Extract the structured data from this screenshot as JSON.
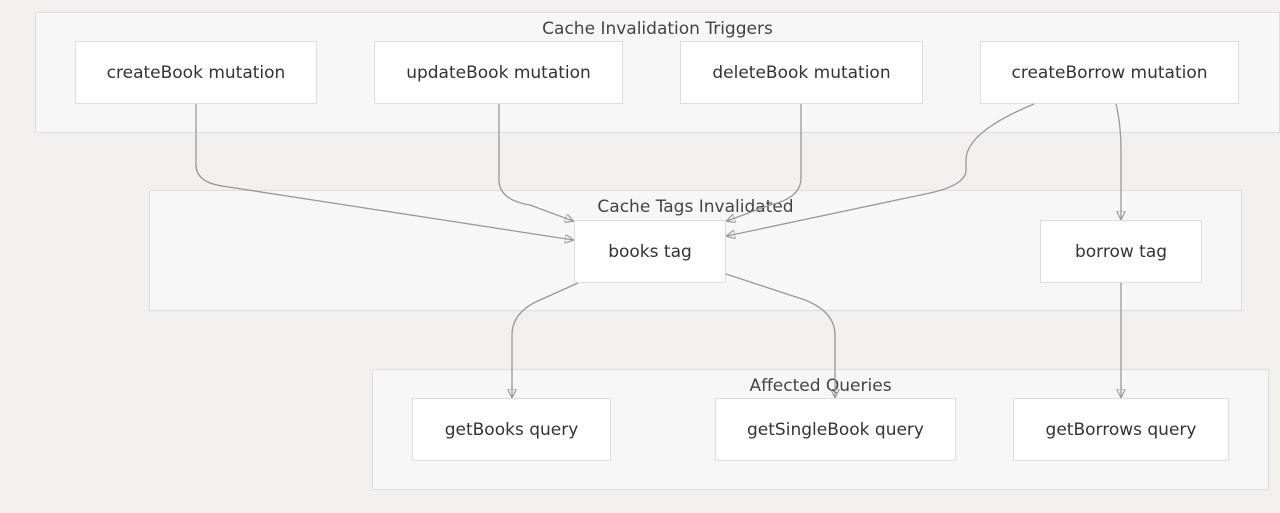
{
  "groups": {
    "triggers": {
      "title": "Cache Invalidation Triggers"
    },
    "tags": {
      "title": "Cache Tags Invalidated"
    },
    "queries": {
      "title": "Affected Queries"
    }
  },
  "nodes": {
    "create_book": "createBook mutation",
    "update_book": "updateBook mutation",
    "delete_book": "deleteBook mutation",
    "create_borrow": "createBorrow mutation",
    "books_tag": "books tag",
    "borrow_tag": "borrow tag",
    "get_books": "getBooks query",
    "get_single_book": "getSingleBook query",
    "get_borrows": "getBorrows query"
  },
  "edges": [
    {
      "from": "createBook mutation",
      "to": "books tag"
    },
    {
      "from": "updateBook mutation",
      "to": "books tag"
    },
    {
      "from": "deleteBook mutation",
      "to": "books tag"
    },
    {
      "from": "createBorrow mutation",
      "to": "books tag"
    },
    {
      "from": "createBorrow mutation",
      "to": "borrow tag"
    },
    {
      "from": "books tag",
      "to": "getBooks query"
    },
    {
      "from": "books tag",
      "to": "getSingleBook query"
    },
    {
      "from": "borrow tag",
      "to": "getBorrows query"
    }
  ],
  "colors": {
    "background": "#f1f0ef",
    "group_fill": "#f7f7f7",
    "node_fill": "#ffffff",
    "border": "#dddddd",
    "edge": "#999999",
    "text": "#333333"
  }
}
